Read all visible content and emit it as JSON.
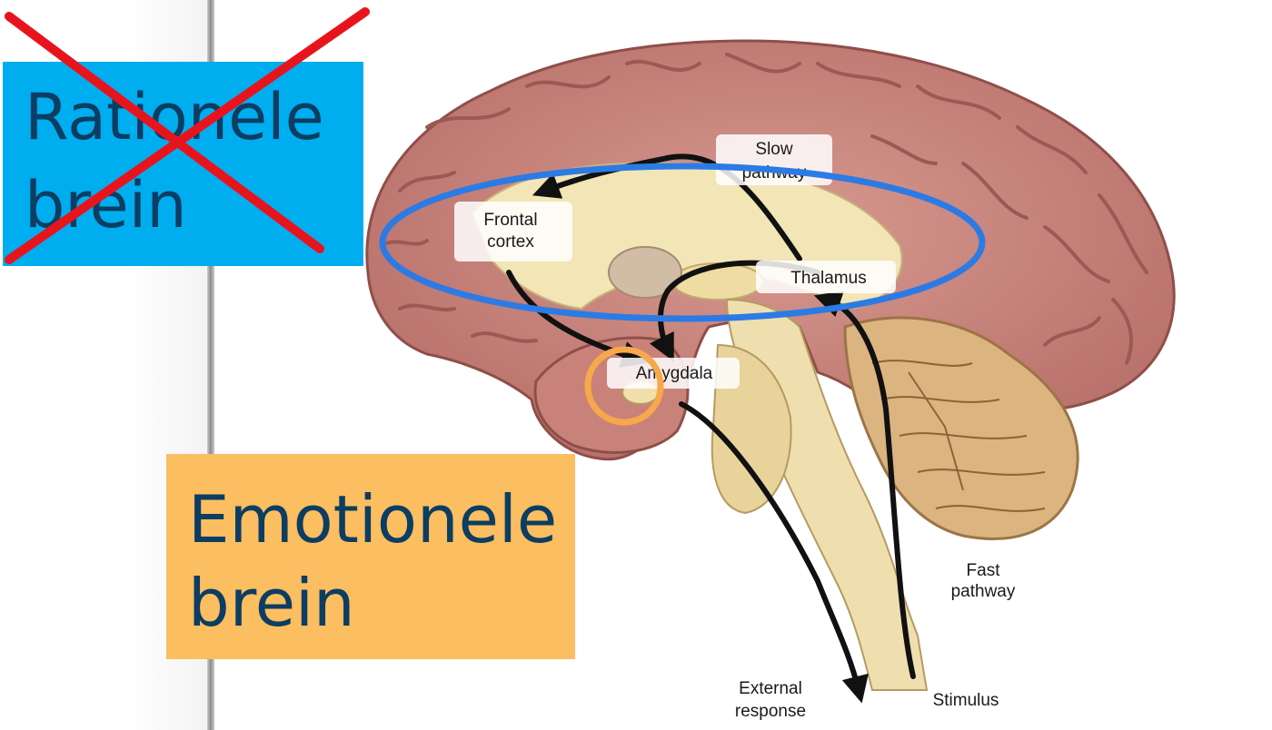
{
  "slide": {
    "rational_label": [
      "Rationele",
      "brein"
    ],
    "emotional_label": [
      "Emotionele",
      "brein"
    ]
  },
  "diagram": {
    "labels": {
      "slow_pathway": [
        "Slow",
        "pathway"
      ],
      "frontal_cortex": [
        "Frontal",
        "cortex"
      ],
      "thalamus": "Thalamus",
      "amygdala": "Amygdala",
      "fast_pathway": [
        "Fast",
        "pathway"
      ],
      "external_response": [
        "External",
        "response"
      ],
      "stimulus": "Stimulus"
    }
  },
  "colors": {
    "blue_box": "#00adef",
    "orange_box": "#fbbe60",
    "box_text": "#0c3d62",
    "cross": "#e8141d",
    "blue_ellipse": "#2c7be5",
    "orange_circle": "#f6a84a",
    "cortex": "#c8837a",
    "inner_brain": "#f3e7b8",
    "cerebellum": "#d9b07e"
  }
}
